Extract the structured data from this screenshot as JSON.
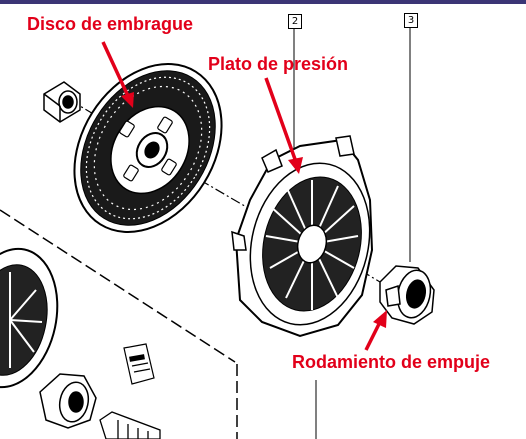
{
  "labels": {
    "disco": "Disco de embrague",
    "plato": "Plato de presión",
    "rodamiento": "Rodamiento de empuje"
  },
  "reference_numbers": {
    "part_2": "2",
    "part_3": "3"
  },
  "colors": {
    "label_text": "#e2001a",
    "arrow": "#e2001a",
    "line_art": "#000000",
    "top_bar": "#3b3575",
    "background": "#ffffff"
  }
}
